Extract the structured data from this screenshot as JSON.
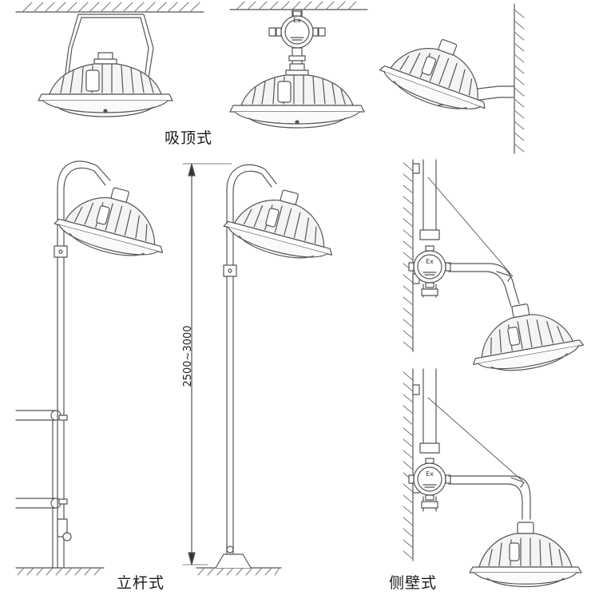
{
  "captions": {
    "ceiling_mount": "吸顶式",
    "pole_mount": "立杆式",
    "wall_mount": "侧壁式"
  },
  "dimension": {
    "height_range": "2500~3000"
  },
  "junction_box_marking": "Ex",
  "colors": {
    "line": "#555555",
    "hatch": "#777777",
    "background": "#ffffff",
    "text": "#1a1a1a"
  }
}
